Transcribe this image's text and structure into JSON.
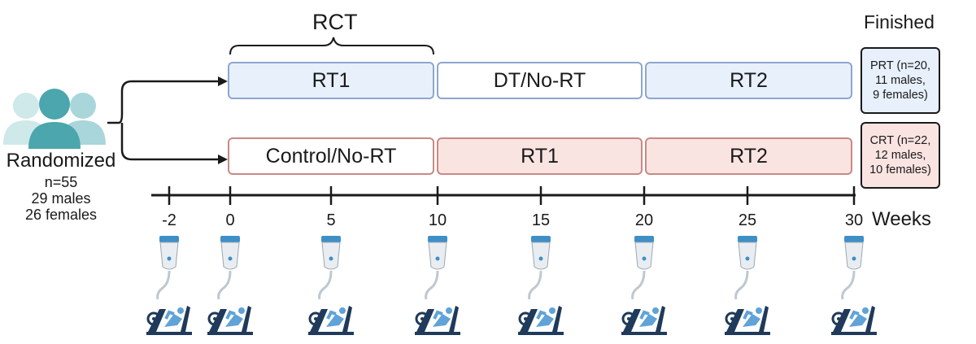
{
  "header": {
    "rct_label": "RCT",
    "finished_label": "Finished"
  },
  "group": {
    "label": "Randomized",
    "n": "n=55",
    "males": "29 males",
    "females": "26 females",
    "colors": {
      "back": "#c7e4e6",
      "front": "#4ba6ad"
    }
  },
  "arms": [
    {
      "phases": [
        "RT1",
        "DT/No-RT",
        "RT2"
      ],
      "result": [
        "PRT (n=20,",
        "11 males,",
        "9 females)"
      ],
      "colors": {
        "fill": "#e7f0fb",
        "border": "#8fa6cf"
      }
    },
    {
      "phases": [
        "Control/No-RT",
        "RT1",
        "RT2"
      ],
      "result": [
        "CRT (n=22,",
        "12 males,",
        "10 females)"
      ],
      "colors": {
        "fill": "#fae4e2",
        "border": "#c98985"
      }
    }
  ],
  "timeline": {
    "ticks": [
      "-2",
      "0",
      "5",
      "10",
      "15",
      "20",
      "25",
      "30"
    ],
    "unit": "Weeks"
  },
  "icons": {
    "probe": "ultrasound-probe-icon",
    "machine": "leg-press-machine-icon"
  }
}
